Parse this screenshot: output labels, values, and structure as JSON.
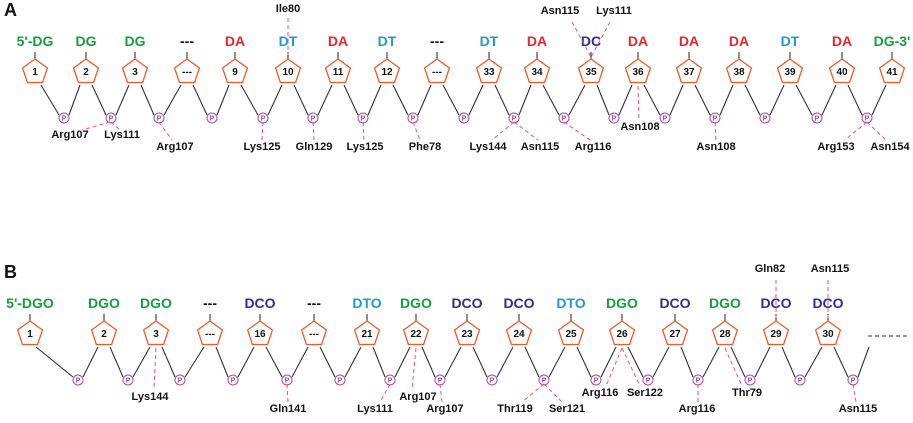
{
  "colors": {
    "green": "#14a03c",
    "cyan": "#1e9ad6",
    "red": "#e8262b",
    "indigo": "#2e2f8f",
    "black": "#111111",
    "pentagon": "#ef5a28",
    "phosphate": "#a349a4",
    "contact": "#ef4f7a"
  },
  "panelA": {
    "letter": "A",
    "nucleotides": [
      {
        "label": "5'-DG",
        "number": "1",
        "color": "green"
      },
      {
        "label": "DG",
        "number": "2",
        "color": "green"
      },
      {
        "label": "DG",
        "number": "3",
        "color": "green"
      },
      {
        "label": "---",
        "number": "---",
        "color": "black"
      },
      {
        "label": "DA",
        "number": "9",
        "color": "red"
      },
      {
        "label": "DT",
        "number": "10",
        "color": "cyan"
      },
      {
        "label": "DA",
        "number": "11",
        "color": "red"
      },
      {
        "label": "DT",
        "number": "12",
        "color": "cyan"
      },
      {
        "label": "---",
        "number": "---",
        "color": "black"
      },
      {
        "label": "DT",
        "number": "33",
        "color": "cyan"
      },
      {
        "label": "DA",
        "number": "34",
        "color": "red"
      },
      {
        "label": "DC",
        "number": "35",
        "color": "indigo"
      },
      {
        "label": "DA",
        "number": "36",
        "color": "red"
      },
      {
        "label": "DA",
        "number": "37",
        "color": "red"
      },
      {
        "label": "DA",
        "number": "38",
        "color": "red"
      },
      {
        "label": "DT",
        "number": "39",
        "color": "cyan"
      },
      {
        "label": "DA",
        "number": "40",
        "color": "red"
      },
      {
        "label": "DG-3'",
        "number": "41",
        "color": "green"
      }
    ],
    "phosphate_label": "P",
    "contacts": [
      {
        "residue": "Ile80",
        "side": "top"
      },
      {
        "residue": "Asn115",
        "side": "top"
      },
      {
        "residue": "Lys111",
        "side": "top"
      },
      {
        "residue": "Arg107",
        "side": "bottom"
      },
      {
        "residue": "Lys111",
        "side": "bottom"
      },
      {
        "residue": "Arg107",
        "side": "bottom"
      },
      {
        "residue": "Lys125",
        "side": "bottom"
      },
      {
        "residue": "Gln129",
        "side": "bottom"
      },
      {
        "residue": "Lys125",
        "side": "bottom"
      },
      {
        "residue": "Phe78",
        "side": "bottom"
      },
      {
        "residue": "Lys144",
        "side": "bottom"
      },
      {
        "residue": "Asn115",
        "side": "bottom"
      },
      {
        "residue": "Arg116",
        "side": "bottom"
      },
      {
        "residue": "Asn108",
        "side": "bottom"
      },
      {
        "residue": "Asn108",
        "side": "bottom"
      },
      {
        "residue": "Arg153",
        "side": "bottom"
      },
      {
        "residue": "Asn154",
        "side": "bottom"
      }
    ]
  },
  "panelB": {
    "letter": "B",
    "nucleotides": [
      {
        "label": "5'-DGO",
        "number": "1",
        "color": "green"
      },
      {
        "label": "DGO",
        "number": "2",
        "color": "green"
      },
      {
        "label": "DGO",
        "number": "3",
        "color": "green"
      },
      {
        "label": "---",
        "number": "---",
        "color": "black"
      },
      {
        "label": "DCO",
        "number": "16",
        "color": "indigo"
      },
      {
        "label": "---",
        "number": "---",
        "color": "black"
      },
      {
        "label": "DTO",
        "number": "21",
        "color": "cyan"
      },
      {
        "label": "DGO",
        "number": "22",
        "color": "green"
      },
      {
        "label": "DCO",
        "number": "23",
        "color": "indigo"
      },
      {
        "label": "DCO",
        "number": "24",
        "color": "indigo"
      },
      {
        "label": "DTO",
        "number": "25",
        "color": "cyan"
      },
      {
        "label": "DGO",
        "number": "26",
        "color": "green"
      },
      {
        "label": "DCO",
        "number": "27",
        "color": "indigo"
      },
      {
        "label": "DGO",
        "number": "28",
        "color": "green"
      },
      {
        "label": "DCO",
        "number": "29",
        "color": "indigo"
      },
      {
        "label": "DCO",
        "number": "30",
        "color": "indigo"
      }
    ],
    "phosphate_label": "P",
    "contacts": [
      {
        "residue": "Gln82",
        "side": "top"
      },
      {
        "residue": "Asn115",
        "side": "top"
      },
      {
        "residue": "Lys144",
        "side": "bottom"
      },
      {
        "residue": "Gln141",
        "side": "bottom"
      },
      {
        "residue": "Lys111",
        "side": "bottom"
      },
      {
        "residue": "Arg107",
        "side": "bottom"
      },
      {
        "residue": "Arg107",
        "side": "bottom"
      },
      {
        "residue": "Thr119",
        "side": "bottom"
      },
      {
        "residue": "Ser121",
        "side": "bottom"
      },
      {
        "residue": "Arg116",
        "side": "bottom"
      },
      {
        "residue": "Ser122",
        "side": "bottom"
      },
      {
        "residue": "Arg116",
        "side": "bottom"
      },
      {
        "residue": "Thr79",
        "side": "bottom"
      },
      {
        "residue": "Asn115",
        "side": "bottom"
      }
    ]
  }
}
